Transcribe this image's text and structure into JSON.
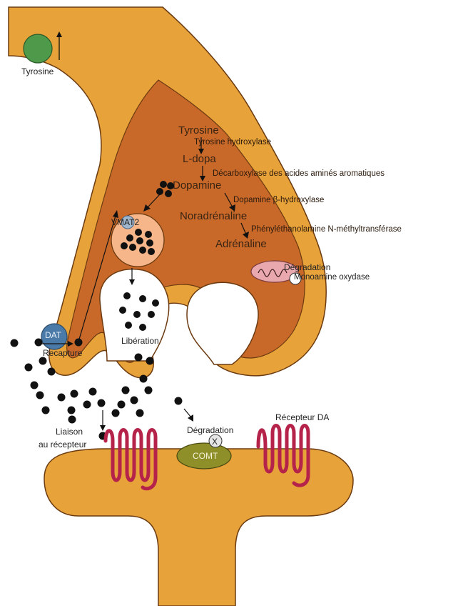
{
  "labels": {
    "tyrosine_outside": "Tyrosine",
    "dat": "DAT",
    "reuptake": "Recapture",
    "vmat2": "VMAT2",
    "release": "Libération",
    "degradation_mao": "Dégradation",
    "mao": "Monoamine oxydase",
    "degradation_comt": "Dégradation",
    "comt": "COMT",
    "comt_mark": "X",
    "receptor_binding_1": "Liaison",
    "receptor_binding_2": "au récepteur",
    "da_receptor": "Récepteur DA"
  },
  "pathway": {
    "compounds": [
      "Tyrosine",
      "L-dopa",
      "Dopamine",
      "Noradrénaline",
      "Adrénaline"
    ],
    "enzymes": [
      "Tyrosine hydroxylase",
      "Décarboxylase des acides aminés aromatiques",
      "Dopamine β-hydroxylase",
      "Phényléthanolamine N-méthyltransférase"
    ]
  },
  "colors": {
    "membrane": "#e8a23a",
    "cytoplasm": "#c8692a",
    "membrane_outline": "#6b3a10",
    "vesicle": "#f6b68a",
    "dat": "#4a7aa8",
    "tyrosine": "#4f9a4a",
    "comt": "#8f8f2a",
    "mao": "#e8a8ae",
    "receptor": "#b5234a",
    "dopamine_dot": "#111111"
  }
}
